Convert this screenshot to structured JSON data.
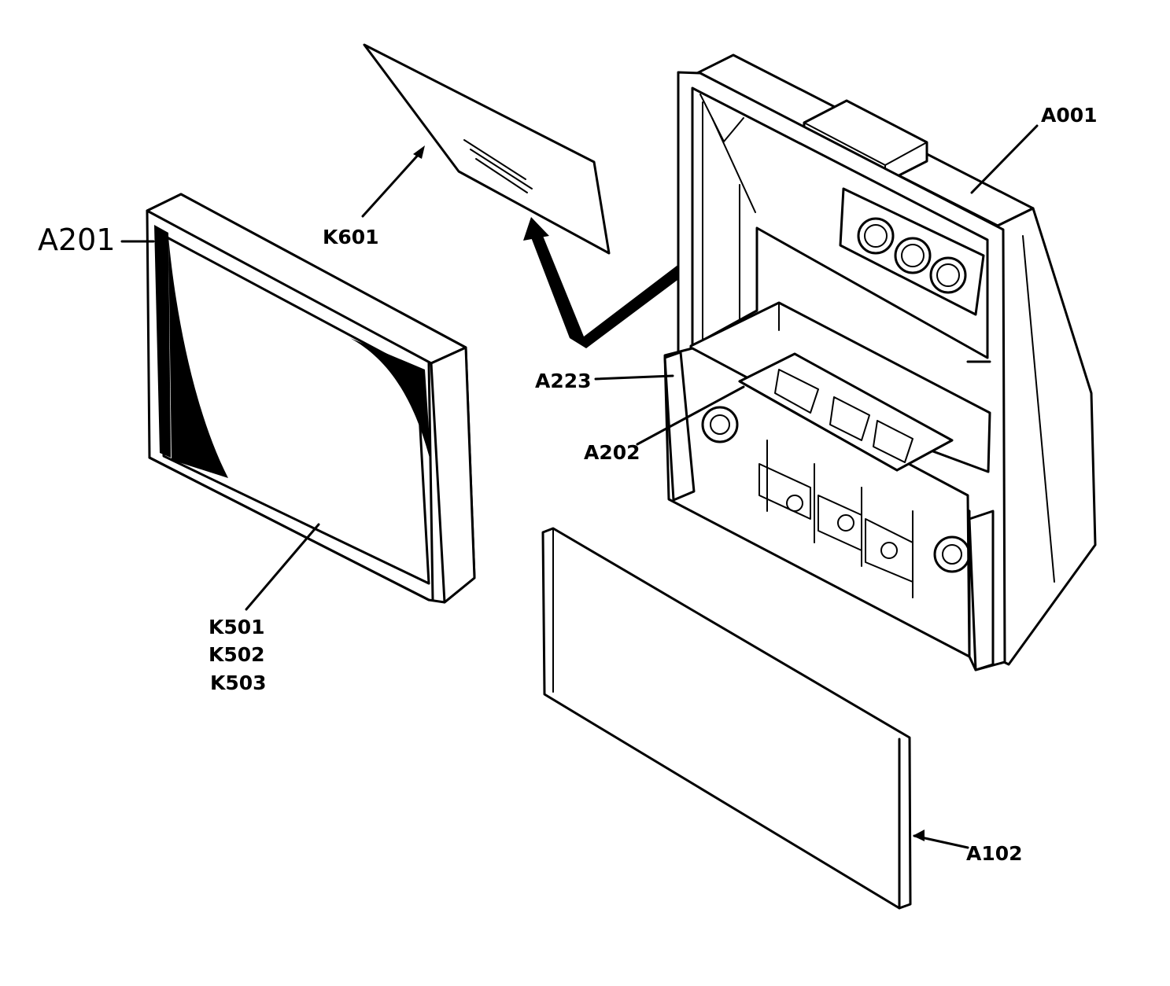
{
  "diagram": {
    "labels": {
      "a201": "A201",
      "k601": "K601",
      "a001": "A001",
      "a223": "A223",
      "a202": "A202",
      "k501": "K501",
      "k502": "K502",
      "k503": "K503",
      "a102": "A102"
    },
    "colors": {
      "ink": "#000000",
      "paper": "#ffffff"
    }
  }
}
